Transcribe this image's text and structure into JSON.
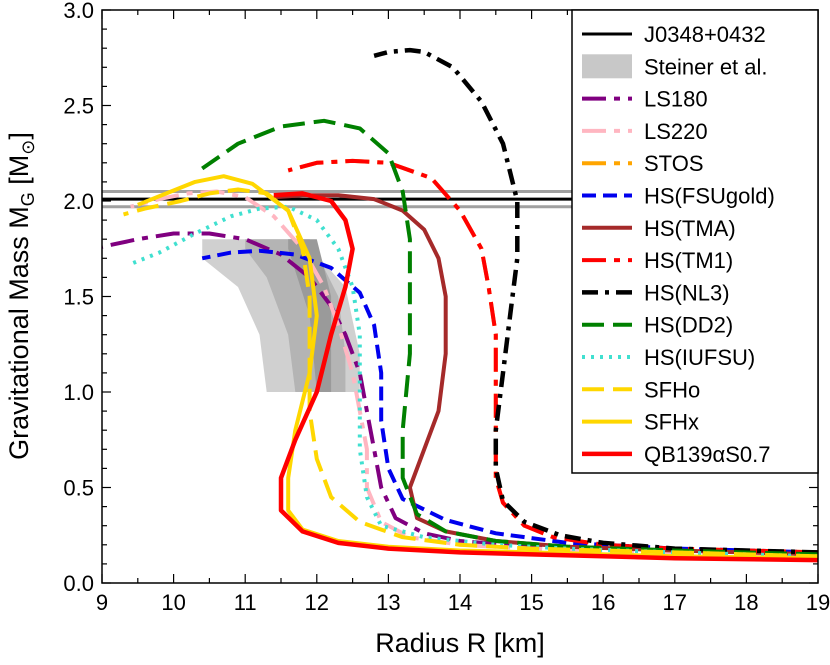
{
  "chart_data": {
    "type": "line",
    "xlabel": "Radius R [km]",
    "ylabel_main": "Gravitational Mass M",
    "ylabel_sub": "G",
    "ylabel_unit_open": " [M",
    "ylabel_unit_sub": "⊙",
    "ylabel_unit_close": "]",
    "xlim": [
      9,
      19
    ],
    "ylim": [
      0,
      3.0
    ],
    "xticks": [
      "9",
      "10",
      "11",
      "12",
      "13",
      "14",
      "15",
      "16",
      "17",
      "18",
      "19"
    ],
    "yticks": [
      "0.0",
      "0.5",
      "1.0",
      "1.5",
      "2.0",
      "2.5",
      "3.0"
    ],
    "legend_position": "top-right",
    "pulsar_band": {
      "name": "J0348+0432",
      "value": 2.01,
      "low": 1.97,
      "high": 2.05,
      "color": "#000000",
      "band_color": "#a0a0a0"
    },
    "steiner": {
      "name": "Steiner et al.",
      "color": "#c8c8c8",
      "outer": [
        [
          10.4,
          1.8
        ],
        [
          11.8,
          1.8
        ],
        [
          12.4,
          1.55
        ],
        [
          12.6,
          1.2
        ],
        [
          12.6,
          1.0
        ],
        [
          11.3,
          1.0
        ],
        [
          11.2,
          1.3
        ],
        [
          10.9,
          1.55
        ],
        [
          10.4,
          1.7
        ]
      ],
      "middle": [
        [
          11.0,
          1.8
        ],
        [
          11.9,
          1.8
        ],
        [
          12.3,
          1.5
        ],
        [
          12.4,
          1.2
        ],
        [
          12.4,
          1.0
        ],
        [
          11.7,
          1.0
        ],
        [
          11.6,
          1.3
        ],
        [
          11.3,
          1.6
        ],
        [
          11.0,
          1.75
        ]
      ],
      "inner": [
        [
          11.6,
          1.8
        ],
        [
          12.0,
          1.8
        ],
        [
          12.2,
          1.5
        ],
        [
          12.2,
          1.0
        ],
        [
          12.0,
          1.0
        ],
        [
          11.9,
          1.4
        ],
        [
          11.6,
          1.75
        ]
      ]
    },
    "series": [
      {
        "name": "LS180",
        "color": "#800080",
        "dash": "24,8,6,8",
        "width": 4,
        "points": [
          [
            19,
            0.15
          ],
          [
            17,
            0.17
          ],
          [
            15,
            0.19
          ],
          [
            14,
            0.22
          ],
          [
            13.5,
            0.26
          ],
          [
            13.1,
            0.34
          ],
          [
            12.9,
            0.5
          ],
          [
            12.8,
            0.7
          ],
          [
            12.7,
            0.9
          ],
          [
            12.6,
            1.1
          ],
          [
            12.4,
            1.3
          ],
          [
            12.2,
            1.45
          ],
          [
            11.9,
            1.6
          ],
          [
            11.5,
            1.72
          ],
          [
            11.0,
            1.8
          ],
          [
            10.5,
            1.83
          ],
          [
            10.0,
            1.83
          ],
          [
            9.5,
            1.8
          ],
          [
            9,
            1.76
          ]
        ]
      },
      {
        "name": "LS220",
        "color": "#ffb6c1",
        "dash": "24,8,6,8",
        "width": 4,
        "points": [
          [
            19,
            0.14
          ],
          [
            17,
            0.16
          ],
          [
            15,
            0.18
          ],
          [
            14,
            0.2
          ],
          [
            13.3,
            0.24
          ],
          [
            12.9,
            0.32
          ],
          [
            12.7,
            0.5
          ],
          [
            12.7,
            0.7
          ],
          [
            12.6,
            0.9
          ],
          [
            12.5,
            1.1
          ],
          [
            12.3,
            1.35
          ],
          [
            12.1,
            1.55
          ],
          [
            11.8,
            1.75
          ],
          [
            11.4,
            1.92
          ],
          [
            11.0,
            2.02
          ],
          [
            10.6,
            2.05
          ],
          [
            10.2,
            2.04
          ],
          [
            9.8,
            2.01
          ],
          [
            9.4,
            1.97
          ]
        ]
      },
      {
        "name": "STOS",
        "color": "#ffa500",
        "dash": "24,8,6,8",
        "width": 4,
        "points": [
          [
            19,
            0.16
          ],
          [
            17,
            0.18
          ],
          [
            16,
            0.2
          ],
          [
            15.3,
            0.24
          ],
          [
            14.9,
            0.3
          ],
          [
            14.6,
            0.42
          ],
          [
            14.5,
            0.55
          ],
          [
            14.5,
            0.9
          ],
          [
            14.5,
            1.3
          ],
          [
            14.4,
            1.55
          ],
          [
            14.3,
            1.75
          ],
          [
            14.0,
            1.95
          ],
          [
            13.6,
            2.12
          ],
          [
            13.0,
            2.2
          ],
          [
            12.5,
            2.21
          ],
          [
            12.0,
            2.2
          ],
          [
            11.6,
            2.16
          ]
        ]
      },
      {
        "name": "HS(FSUgold)",
        "color": "#0000ee",
        "dash": "14,7",
        "width": 4,
        "points": [
          [
            19,
            0.16
          ],
          [
            17,
            0.18
          ],
          [
            15.5,
            0.21
          ],
          [
            14.5,
            0.26
          ],
          [
            13.8,
            0.33
          ],
          [
            13.2,
            0.44
          ],
          [
            13.0,
            0.6
          ],
          [
            12.9,
            0.85
          ],
          [
            12.9,
            1.1
          ],
          [
            12.8,
            1.35
          ],
          [
            12.6,
            1.52
          ],
          [
            12.2,
            1.65
          ],
          [
            11.7,
            1.72
          ],
          [
            11.2,
            1.74
          ],
          [
            10.8,
            1.73
          ],
          [
            10.4,
            1.7
          ]
        ]
      },
      {
        "name": "HS(TMA)",
        "color": "#a52a2a",
        "dash": "",
        "width": 4,
        "points": [
          [
            19,
            0.15
          ],
          [
            17,
            0.17
          ],
          [
            15.5,
            0.19
          ],
          [
            14.5,
            0.22
          ],
          [
            13.8,
            0.27
          ],
          [
            13.4,
            0.34
          ],
          [
            13.3,
            0.5
          ],
          [
            13.5,
            0.7
          ],
          [
            13.7,
            0.9
          ],
          [
            13.8,
            1.2
          ],
          [
            13.8,
            1.5
          ],
          [
            13.7,
            1.7
          ],
          [
            13.5,
            1.85
          ],
          [
            13.2,
            1.95
          ],
          [
            12.8,
            2.01
          ],
          [
            12.3,
            2.03
          ],
          [
            11.8,
            2.03
          ],
          [
            11.4,
            2.02
          ]
        ]
      },
      {
        "name": "HS(TM1)",
        "color": "#ff0000",
        "dash": "24,8,6,8",
        "width": 4,
        "points": [
          [
            19,
            0.16
          ],
          [
            17,
            0.18
          ],
          [
            16,
            0.2
          ],
          [
            15.3,
            0.24
          ],
          [
            14.9,
            0.3
          ],
          [
            14.6,
            0.42
          ],
          [
            14.5,
            0.55
          ],
          [
            14.5,
            0.9
          ],
          [
            14.5,
            1.3
          ],
          [
            14.4,
            1.55
          ],
          [
            14.3,
            1.75
          ],
          [
            14.0,
            1.95
          ],
          [
            13.6,
            2.12
          ],
          [
            13.0,
            2.2
          ],
          [
            12.5,
            2.21
          ],
          [
            12.0,
            2.2
          ],
          [
            11.6,
            2.16
          ]
        ]
      },
      {
        "name": "HS(NL3)",
        "color": "#000000",
        "dash": "16,7,4,7",
        "width": 4.5,
        "points": [
          [
            19,
            0.16
          ],
          [
            17,
            0.18
          ],
          [
            16,
            0.21
          ],
          [
            15.4,
            0.25
          ],
          [
            14.9,
            0.32
          ],
          [
            14.6,
            0.43
          ],
          [
            14.5,
            0.6
          ],
          [
            14.5,
            0.8
          ],
          [
            14.6,
            1.1
          ],
          [
            14.7,
            1.4
          ],
          [
            14.8,
            1.7
          ],
          [
            14.8,
            2.0
          ],
          [
            14.6,
            2.3
          ],
          [
            14.3,
            2.52
          ],
          [
            13.9,
            2.7
          ],
          [
            13.5,
            2.78
          ],
          [
            13.3,
            2.79
          ],
          [
            13.0,
            2.78
          ],
          [
            12.8,
            2.76
          ]
        ]
      },
      {
        "name": "HS(DD2)",
        "color": "#008000",
        "dash": "22,9",
        "width": 4,
        "points": [
          [
            19,
            0.15
          ],
          [
            17,
            0.17
          ],
          [
            15.5,
            0.19
          ],
          [
            14.5,
            0.22
          ],
          [
            13.8,
            0.27
          ],
          [
            13.4,
            0.36
          ],
          [
            13.2,
            0.55
          ],
          [
            13.2,
            0.8
          ],
          [
            13.3,
            1.2
          ],
          [
            13.3,
            1.55
          ],
          [
            13.3,
            1.8
          ],
          [
            13.2,
            2.05
          ],
          [
            13.0,
            2.25
          ],
          [
            12.6,
            2.38
          ],
          [
            12.1,
            2.42
          ],
          [
            11.5,
            2.39
          ],
          [
            10.9,
            2.3
          ],
          [
            10.4,
            2.17
          ]
        ]
      },
      {
        "name": "HS(IUFSU)",
        "color": "#40e0d0",
        "dash": "3,6",
        "width": 4,
        "points": [
          [
            19,
            0.14
          ],
          [
            17,
            0.16
          ],
          [
            15.5,
            0.18
          ],
          [
            14.5,
            0.2
          ],
          [
            13.5,
            0.24
          ],
          [
            12.9,
            0.3
          ],
          [
            12.7,
            0.45
          ],
          [
            12.6,
            0.7
          ],
          [
            12.6,
            1.0
          ],
          [
            12.6,
            1.3
          ],
          [
            12.5,
            1.55
          ],
          [
            12.3,
            1.75
          ],
          [
            12.0,
            1.9
          ],
          [
            11.6,
            1.97
          ],
          [
            11.2,
            1.96
          ],
          [
            10.8,
            1.92
          ],
          [
            10.3,
            1.83
          ],
          [
            9.8,
            1.73
          ],
          [
            9.4,
            1.67
          ]
        ]
      },
      {
        "name": "SFHo",
        "color": "#ffd700",
        "dash": "22,9",
        "width": 4,
        "points": [
          [
            19,
            0.14
          ],
          [
            17,
            0.16
          ],
          [
            15,
            0.18
          ],
          [
            14,
            0.2
          ],
          [
            13.2,
            0.24
          ],
          [
            12.6,
            0.32
          ],
          [
            12.2,
            0.45
          ],
          [
            12.0,
            0.65
          ],
          [
            11.9,
            0.9
          ],
          [
            11.9,
            1.2
          ],
          [
            11.9,
            1.5
          ],
          [
            11.8,
            1.75
          ],
          [
            11.6,
            1.95
          ],
          [
            11.3,
            2.04
          ],
          [
            10.9,
            2.06
          ],
          [
            10.5,
            2.04
          ],
          [
            10.1,
            2.0
          ],
          [
            9.6,
            1.96
          ],
          [
            9.3,
            1.93
          ]
        ]
      },
      {
        "name": "SFHx",
        "color": "#ffd700",
        "dash": "",
        "width": 4,
        "points": [
          [
            19,
            0.13
          ],
          [
            17,
            0.14
          ],
          [
            15,
            0.16
          ],
          [
            14,
            0.17
          ],
          [
            13,
            0.19
          ],
          [
            12.3,
            0.22
          ],
          [
            11.8,
            0.28
          ],
          [
            11.6,
            0.38
          ],
          [
            11.6,
            0.55
          ],
          [
            11.7,
            0.8
          ],
          [
            11.9,
            1.1
          ],
          [
            12.0,
            1.4
          ],
          [
            11.9,
            1.7
          ],
          [
            11.6,
            1.95
          ],
          [
            11.1,
            2.09
          ],
          [
            10.7,
            2.13
          ],
          [
            10.3,
            2.1
          ],
          [
            9.9,
            2.04
          ],
          [
            9.5,
            1.98
          ]
        ]
      },
      {
        "name": "QB139αS0.7",
        "color": "#ff0000",
        "dash": "",
        "width": 4.5,
        "points": [
          [
            19,
            0.12
          ],
          [
            17,
            0.13
          ],
          [
            15,
            0.15
          ],
          [
            14,
            0.16
          ],
          [
            13,
            0.18
          ],
          [
            12.3,
            0.21
          ],
          [
            11.8,
            0.27
          ],
          [
            11.5,
            0.38
          ],
          [
            11.5,
            0.55
          ],
          [
            11.7,
            0.75
          ],
          [
            12.0,
            1.0
          ],
          [
            12.2,
            1.3
          ],
          [
            12.4,
            1.55
          ],
          [
            12.5,
            1.75
          ],
          [
            12.4,
            1.9
          ],
          [
            12.2,
            2.0
          ],
          [
            11.8,
            2.04
          ],
          [
            11.4,
            2.03
          ]
        ]
      }
    ]
  }
}
